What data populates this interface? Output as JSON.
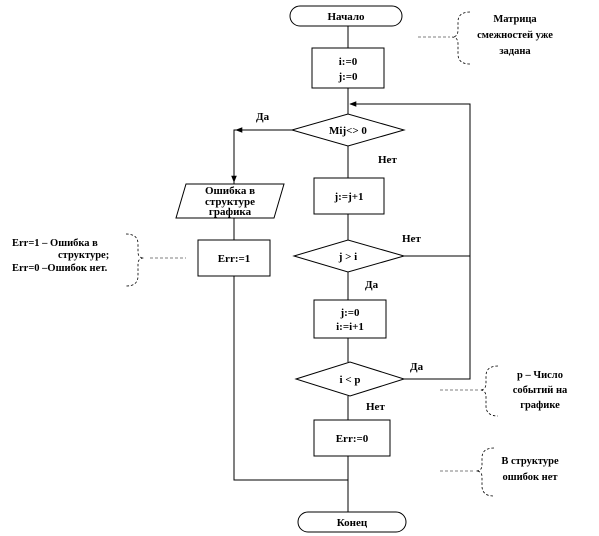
{
  "nodes": {
    "start": "Начало",
    "init_ij": [
      "i:=0",
      "j:=0"
    ],
    "cond_m": "Mij<> 0",
    "inc_j": "j:=j+1",
    "error_io": [
      "Ошибка в",
      "структуре",
      "графика"
    ],
    "set_err1": "Err:=1",
    "cond_j": "j > i",
    "reset_j_inc_i": [
      "j:=0",
      "i:=i+1"
    ],
    "cond_i": "i < p",
    "set_err0": "Err:=0",
    "end": "Конец"
  },
  "edge_labels": {
    "m_yes": "Да",
    "m_no": "Нет",
    "j_yes": "Да",
    "j_no": "Нет",
    "i_yes": "Да",
    "i_no": "Нет"
  },
  "notes": {
    "matrix": [
      "Матрица",
      "смежностей уже",
      "задана"
    ],
    "err": [
      "Err=1  – Ошибка в",
      "структуре;",
      "Err=0  –Ошибок нет."
    ],
    "p": [
      "p – Число",
      "событий на",
      "графике"
    ],
    "ok": [
      "В структуре",
      "ошибок нет"
    ]
  }
}
